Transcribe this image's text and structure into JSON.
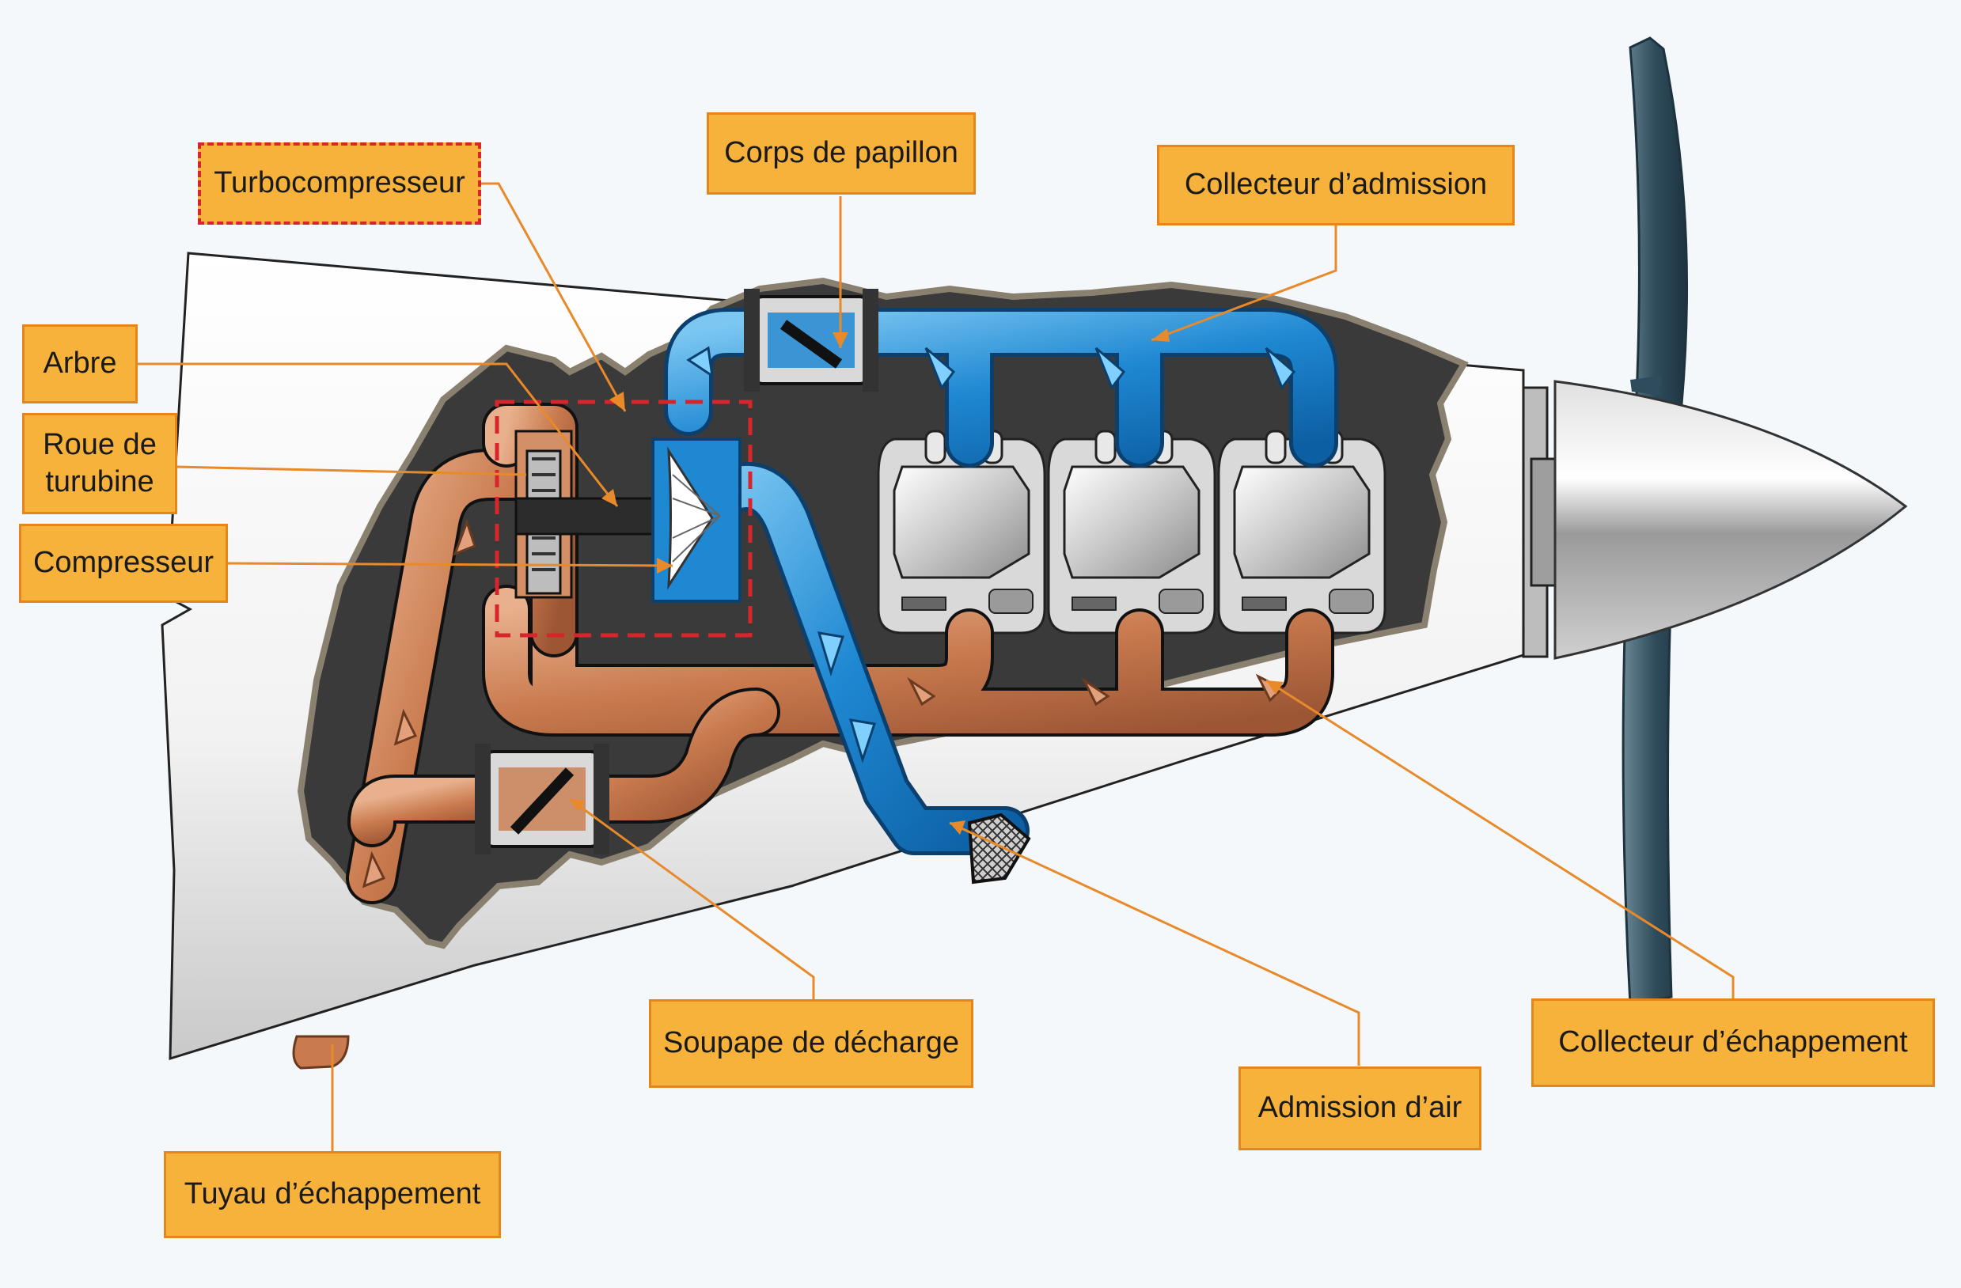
{
  "labels": {
    "turbocharger": "Turbocompresseur",
    "shaft": "Arbre",
    "turbine_wheel": "Roue de\nturubine",
    "compressor": "Compresseur",
    "throttle_body": "Corps de papillon",
    "intake_manifold": "Collecteur d’admission",
    "wastegate": "Soupape de décharge",
    "air_intake": "Admission d’air",
    "exhaust_manifold": "Collecteur d’échappement",
    "exhaust_pipe": "Tuyau d’échappement"
  },
  "colors": {
    "label_fill": "#f6b23a",
    "label_border": "#e5861c",
    "leader_line": "#e8892a",
    "intake_air": "#1e88d2",
    "exhaust_gas": "#c97a4e",
    "turbo_highlight": "#d7262b",
    "engine_cavity": "#3a3a3a",
    "cowling": "#ffffff",
    "propeller_blade": "#2f4c5c"
  }
}
